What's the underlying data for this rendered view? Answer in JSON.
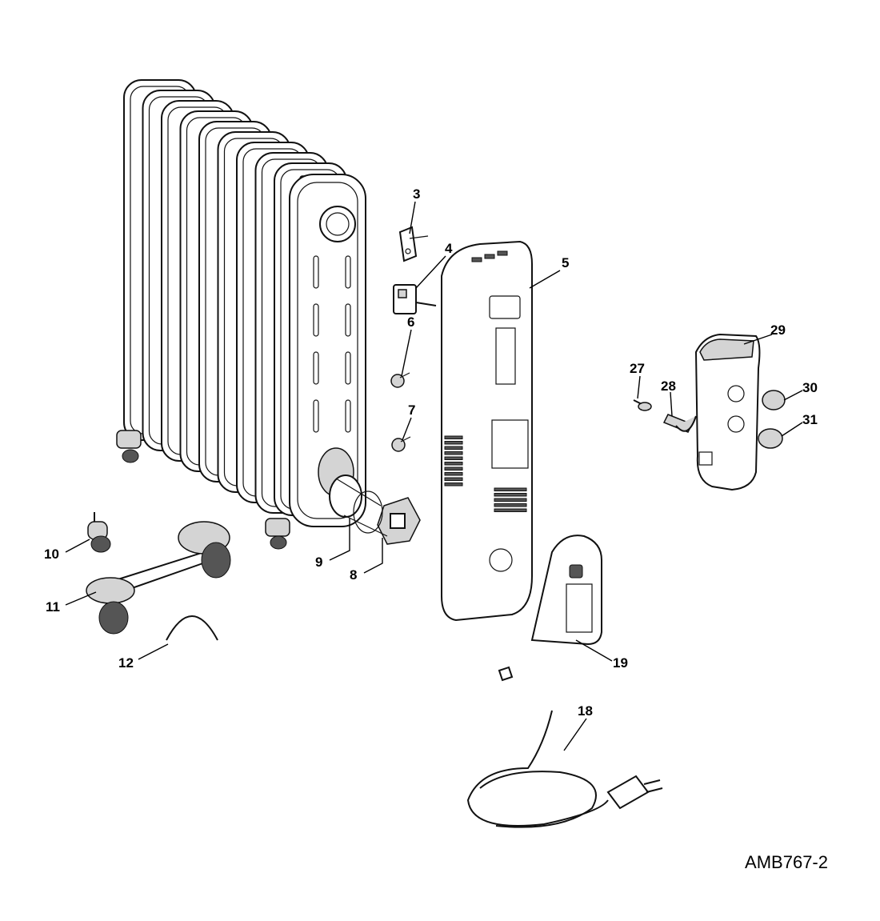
{
  "drawing_code": "AMB767-2",
  "callouts": {
    "c3": "3",
    "c4": "4",
    "c5": "5",
    "c6": "6",
    "c7": "7",
    "c8": "8",
    "c9": "9",
    "c10": "10",
    "c11": "11",
    "c12": "12",
    "c18": "18",
    "c19": "19",
    "c27": "27",
    "c28": "28",
    "c29": "29",
    "c30": "30",
    "c31": "31"
  },
  "colors": {
    "line": "#111111",
    "shade": "#d4d4d4",
    "background": "#ffffff"
  }
}
